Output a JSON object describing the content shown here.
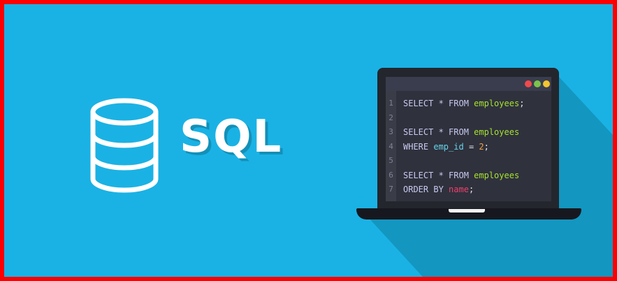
{
  "banner": {
    "title": "SQL",
    "background_color": "#1ab2e4",
    "border_color": "#ff0000"
  },
  "icons": {
    "database": "database-icon"
  },
  "laptop": {
    "window_controls": [
      "red",
      "green",
      "yellow"
    ],
    "code_lines": [
      {
        "num": "1",
        "tokens": [
          {
            "text": "SELECT * FROM ",
            "cls": "kw"
          },
          {
            "text": "employees",
            "cls": "tbl"
          },
          {
            "text": ";",
            "cls": "pu"
          }
        ]
      },
      {
        "num": "2",
        "tokens": []
      },
      {
        "num": "3",
        "tokens": [
          {
            "text": "SELECT * FROM ",
            "cls": "kw"
          },
          {
            "text": "employees",
            "cls": "tbl"
          }
        ]
      },
      {
        "num": "4",
        "tokens": [
          {
            "text": "WHERE ",
            "cls": "kw"
          },
          {
            "text": "emp_id",
            "cls": "col"
          },
          {
            "text": " = ",
            "cls": "pu"
          },
          {
            "text": "2",
            "cls": "num"
          },
          {
            "text": ";",
            "cls": "pu"
          }
        ]
      },
      {
        "num": "5",
        "tokens": []
      },
      {
        "num": "6",
        "tokens": [
          {
            "text": "SELECT * FROM ",
            "cls": "kw"
          },
          {
            "text": "employees",
            "cls": "tbl"
          }
        ]
      },
      {
        "num": "7",
        "tokens": [
          {
            "text": "ORDER BY ",
            "cls": "kw"
          },
          {
            "text": "name",
            "cls": "nm"
          },
          {
            "text": ";",
            "cls": "pu"
          }
        ]
      }
    ]
  }
}
